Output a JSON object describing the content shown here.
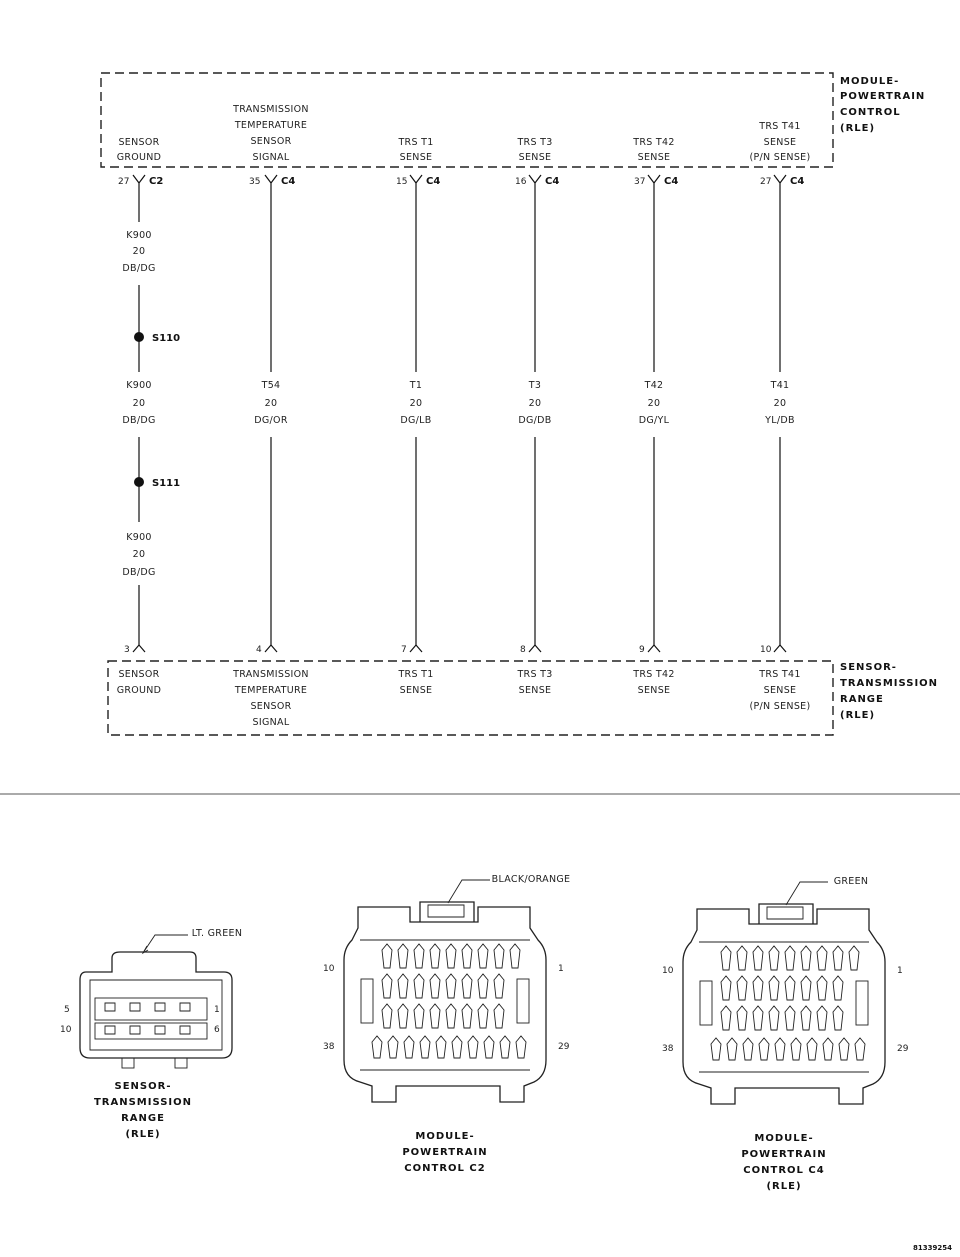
{
  "pcm_box": {
    "title": [
      "MODULE-",
      "POWERTRAIN",
      "CONTROL",
      "(RLE)"
    ]
  },
  "trs_box": {
    "title": [
      "SENSOR-",
      "TRANSMISSION",
      "RANGE",
      "(RLE)"
    ]
  },
  "circuits": [
    {
      "top_label": [
        "SENSOR",
        "GROUND"
      ],
      "top_pin": "27",
      "top_conn": "C2",
      "seg1": [
        "K900",
        "20",
        "DB/DG"
      ],
      "splice1": "S110",
      "seg2": [
        "K900",
        "20",
        "DB/DG"
      ],
      "splice2": "S111",
      "seg3": [
        "K900",
        "20",
        "DB/DG"
      ],
      "bottom_pin": "3",
      "bottom_label": [
        "SENSOR",
        "GROUND"
      ]
    },
    {
      "top_label": [
        "TRANSMISSION",
        "TEMPERATURE",
        "SENSOR",
        "SIGNAL"
      ],
      "top_pin": "35",
      "top_conn": "C4",
      "wire": [
        "T54",
        "20",
        "DG/OR"
      ],
      "bottom_pin": "4",
      "bottom_label": [
        "TRANSMISSION",
        "TEMPERATURE",
        "SENSOR",
        "SIGNAL"
      ]
    },
    {
      "top_label": [
        "TRS T1",
        "SENSE"
      ],
      "top_pin": "15",
      "top_conn": "C4",
      "wire": [
        "T1",
        "20",
        "DG/LB"
      ],
      "bottom_pin": "7",
      "bottom_label": [
        "TRS T1",
        "SENSE"
      ]
    },
    {
      "top_label": [
        "TRS T3",
        "SENSE"
      ],
      "top_pin": "16",
      "top_conn": "C4",
      "wire": [
        "T3",
        "20",
        "DG/DB"
      ],
      "bottom_pin": "8",
      "bottom_label": [
        "TRS T3",
        "SENSE"
      ]
    },
    {
      "top_label": [
        "TRS T42",
        "SENSE"
      ],
      "top_pin": "37",
      "top_conn": "C4",
      "wire": [
        "T42",
        "20",
        "DG/YL"
      ],
      "bottom_pin": "9",
      "bottom_label": [
        "TRS T42",
        "SENSE"
      ]
    },
    {
      "top_label": [
        "TRS T41",
        "SENSE",
        "(P/N SENSE)"
      ],
      "top_pin": "27",
      "top_conn": "C4",
      "wire": [
        "T41",
        "20",
        "YL/DB"
      ],
      "bottom_pin": "10",
      "bottom_label": [
        "TRS T41",
        "SENSE",
        "(P/N SENSE)"
      ]
    }
  ],
  "connector_views": [
    {
      "color": "LT. GREEN",
      "pins_top_left": "5",
      "pins_top_right": "1",
      "pins_bottom_left": "10",
      "pins_bottom_right": "6",
      "title": [
        "SENSOR-",
        "TRANSMISSION",
        "RANGE",
        "(RLE)"
      ]
    },
    {
      "color": "BLACK/ORANGE",
      "pins_top_left": "10",
      "pins_top_right": "1",
      "pins_bottom_left": "38",
      "pins_bottom_right": "29",
      "title": [
        "MODULE-",
        "POWERTRAIN",
        "CONTROL C2"
      ]
    },
    {
      "color": "GREEN",
      "pins_top_left": "10",
      "pins_top_right": "1",
      "pins_bottom_left": "38",
      "pins_bottom_right": "29",
      "title": [
        "MODULE-",
        "POWERTRAIN",
        "CONTROL C4",
        "(RLE)"
      ]
    }
  ],
  "figure_id": "81339254"
}
